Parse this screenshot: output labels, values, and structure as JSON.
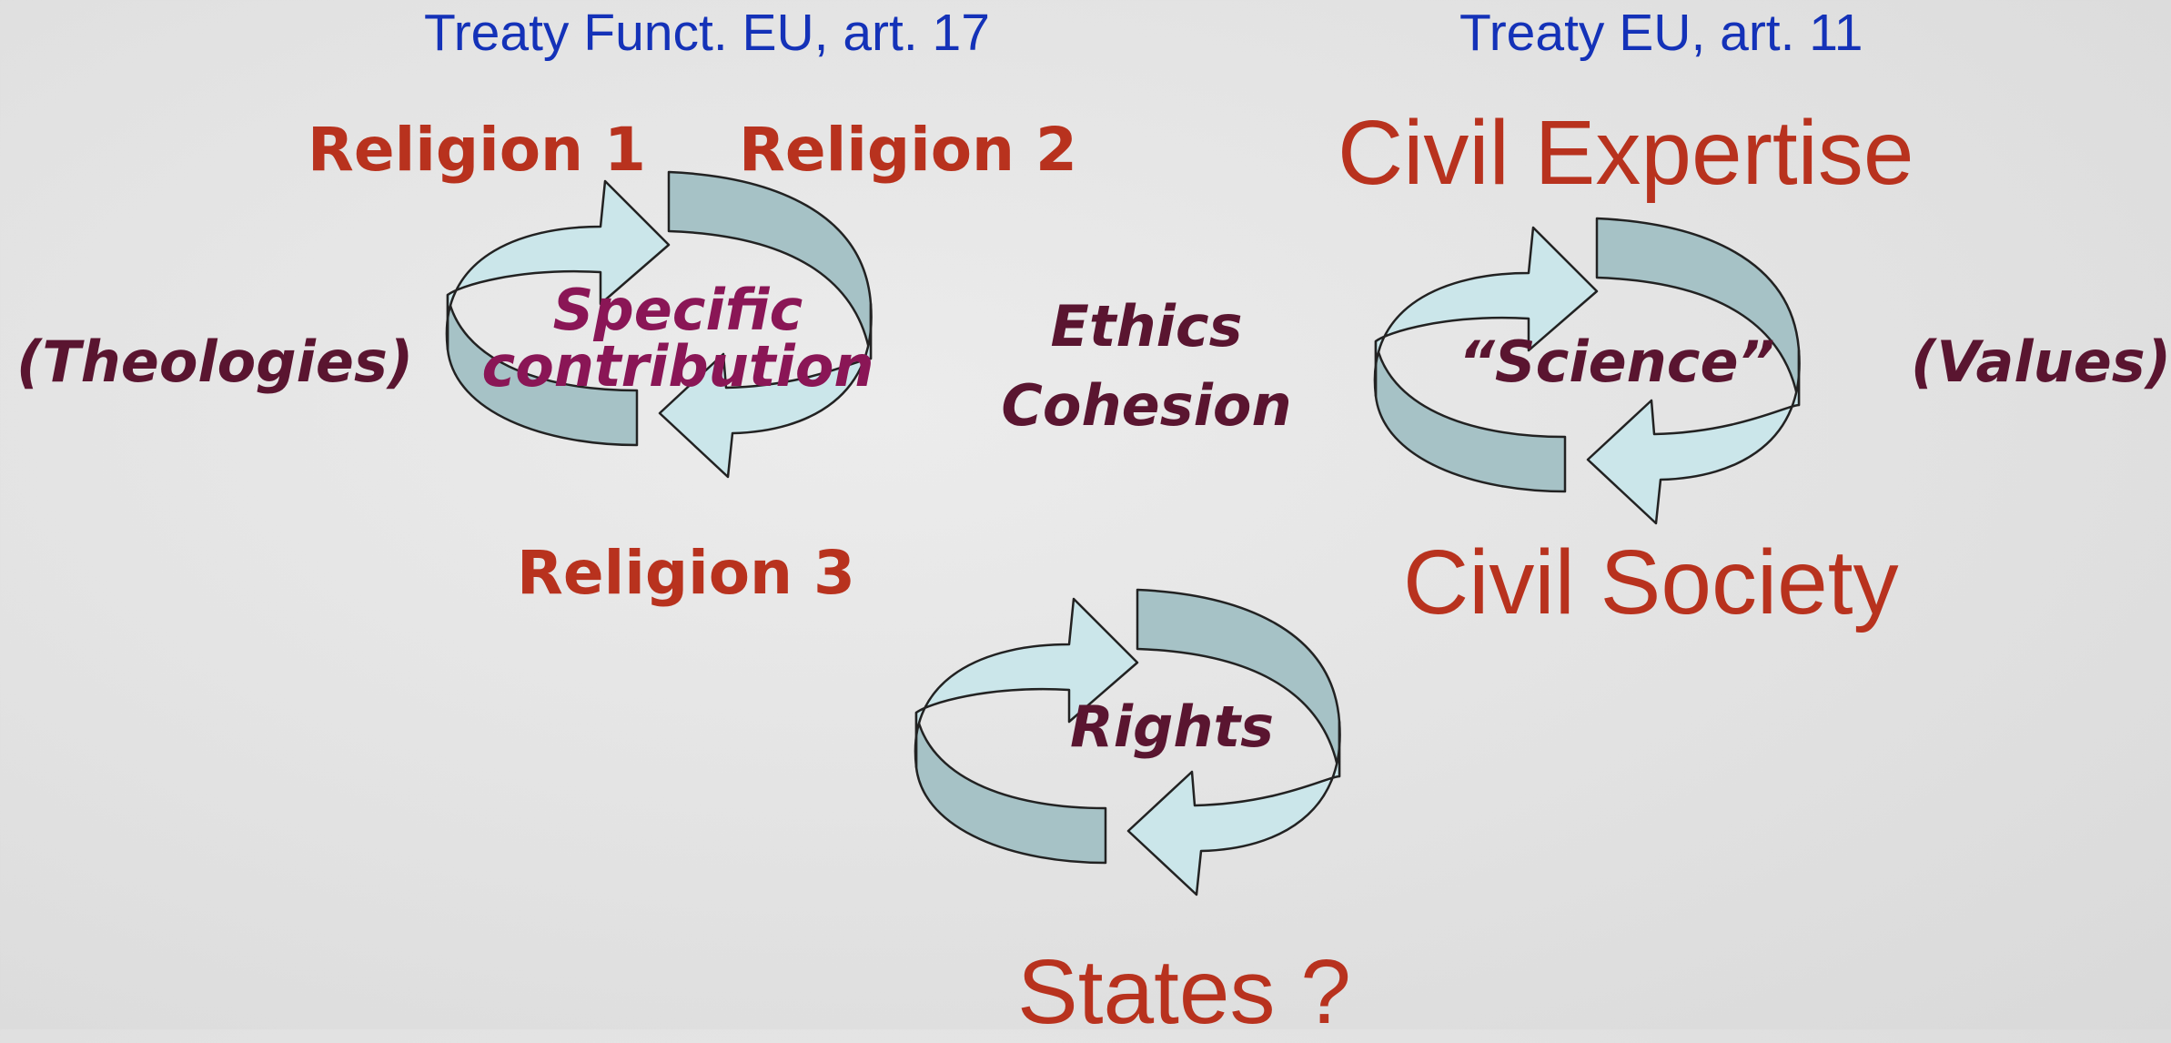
{
  "left_cycle": {
    "source": "Treaty Funct. EU, art. 17",
    "top_left": "Religion 1",
    "top_right": "Religion 2",
    "bottom": "Religion 3",
    "side": "(Theologies)",
    "center_line1": "Specific",
    "center_line2": "contribution"
  },
  "middle": {
    "line1": "Ethics",
    "line2": "Cohesion"
  },
  "right_cycle": {
    "source": "Treaty EU, art. 11",
    "top": "Civil Expertise",
    "bottom": "Civil Society",
    "side": "(Values)",
    "center": "“Science”"
  },
  "bottom_cycle": {
    "center": "Rights",
    "bottom": "States ?"
  },
  "colors": {
    "arrow_light": "#cbe6ea",
    "arrow_dark": "#a6c2c6",
    "label_red": "#b8321e",
    "label_dark": "#5a1530",
    "treaty_blue": "#1432b8"
  }
}
